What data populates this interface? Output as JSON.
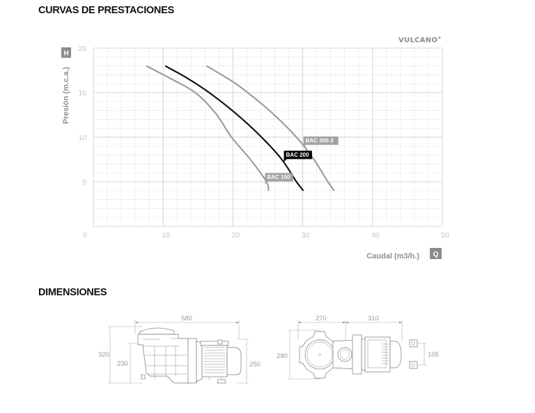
{
  "headings": {
    "curves": "CURVAS DE PRESTACIONES",
    "dimensions": "DIMENSIONES"
  },
  "brand": {
    "name": "VULCANO",
    "mark": "®"
  },
  "axes": {
    "y_letter": "H",
    "x_letter": "Q",
    "y_title": "Presión (m.c.a.)",
    "x_title": "Caudal (m3/h.)",
    "x_ticks": [
      "0",
      "10",
      "20",
      "30",
      "40",
      "50"
    ],
    "y_ticks": [
      "5",
      "10",
      "15",
      "20"
    ]
  },
  "colors": {
    "grid_major": "#d4d4d4",
    "grid_minor": "#dcdcdc",
    "curve_gray": "#9c9c9c",
    "curve_black": "#111111",
    "axis_box": "#8c8c8c"
  },
  "chart_data": {
    "type": "line",
    "title": "CURVAS DE PRESTACIONES",
    "xlabel": "Caudal (m3/h.)",
    "ylabel": "Presión (m.c.a.)",
    "xlim": [
      0,
      50
    ],
    "ylim": [
      0,
      20
    ],
    "grid": true,
    "x_major_step": 10,
    "x_minor_step": 2,
    "y_major_step": 5,
    "y_minor_step": 1,
    "series": [
      {
        "name": "BAC 150",
        "color": "#9c9c9c",
        "x": [
          7.6,
          11.0,
          14.6,
          17.5,
          19.8,
          22.5,
          24.8,
          25.1
        ],
        "y": [
          18.0,
          16.6,
          15.0,
          12.7,
          10.0,
          7.5,
          5.0,
          4.0
        ],
        "label_pos": [
          24.6,
          5.2
        ]
      },
      {
        "name": "BAC 200",
        "color": "#111111",
        "x": [
          10.3,
          13.5,
          16.6,
          20.5,
          24.1,
          27.0,
          29.1,
          30.1
        ],
        "y": [
          18.0,
          16.6,
          15.0,
          12.6,
          10.0,
          7.5,
          5.0,
          4.0
        ],
        "label_pos": [
          27.3,
          7.7
        ]
      },
      {
        "name": "BAC 300-3",
        "color": "#9c9c9c",
        "x": [
          16.2,
          19.0,
          21.3,
          25.5,
          29.1,
          31.6,
          33.6,
          34.5
        ],
        "y": [
          18.0,
          16.7,
          15.5,
          12.8,
          10.0,
          7.5,
          5.0,
          4.0
        ],
        "label_pos": [
          30.1,
          9.3
        ]
      }
    ]
  },
  "dimensions": {
    "side_view": {
      "length": "580",
      "height_total": "320",
      "height_inlet": "230",
      "height_motor": "250"
    },
    "top_view": {
      "width_prefilter": "270",
      "width_motor": "310",
      "depth": "280",
      "foot_spacing": "105"
    }
  }
}
